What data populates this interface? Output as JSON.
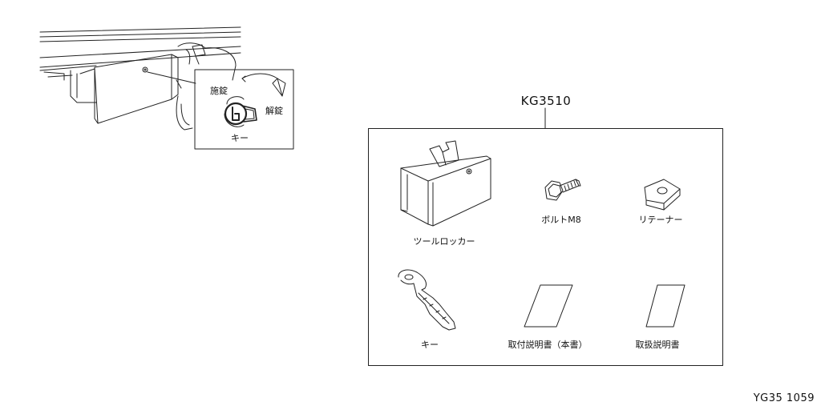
{
  "inset": {
    "lock_label": "施錠",
    "unlock_label": "解錠",
    "key_label": "キー"
  },
  "kit": {
    "code": "KG3510",
    "parts": [
      {
        "name": "tool-locker",
        "label": "ツールロッカー"
      },
      {
        "name": "bolt",
        "label": "ボルトM8"
      },
      {
        "name": "retainer",
        "label": "リテーナー"
      },
      {
        "name": "key",
        "label": "キー"
      },
      {
        "name": "install-manual",
        "label": "取付説明書（本書）"
      },
      {
        "name": "owner-manual",
        "label": "取扱説明書"
      }
    ]
  },
  "footer": {
    "diagram_ref": "YG35 1059"
  }
}
